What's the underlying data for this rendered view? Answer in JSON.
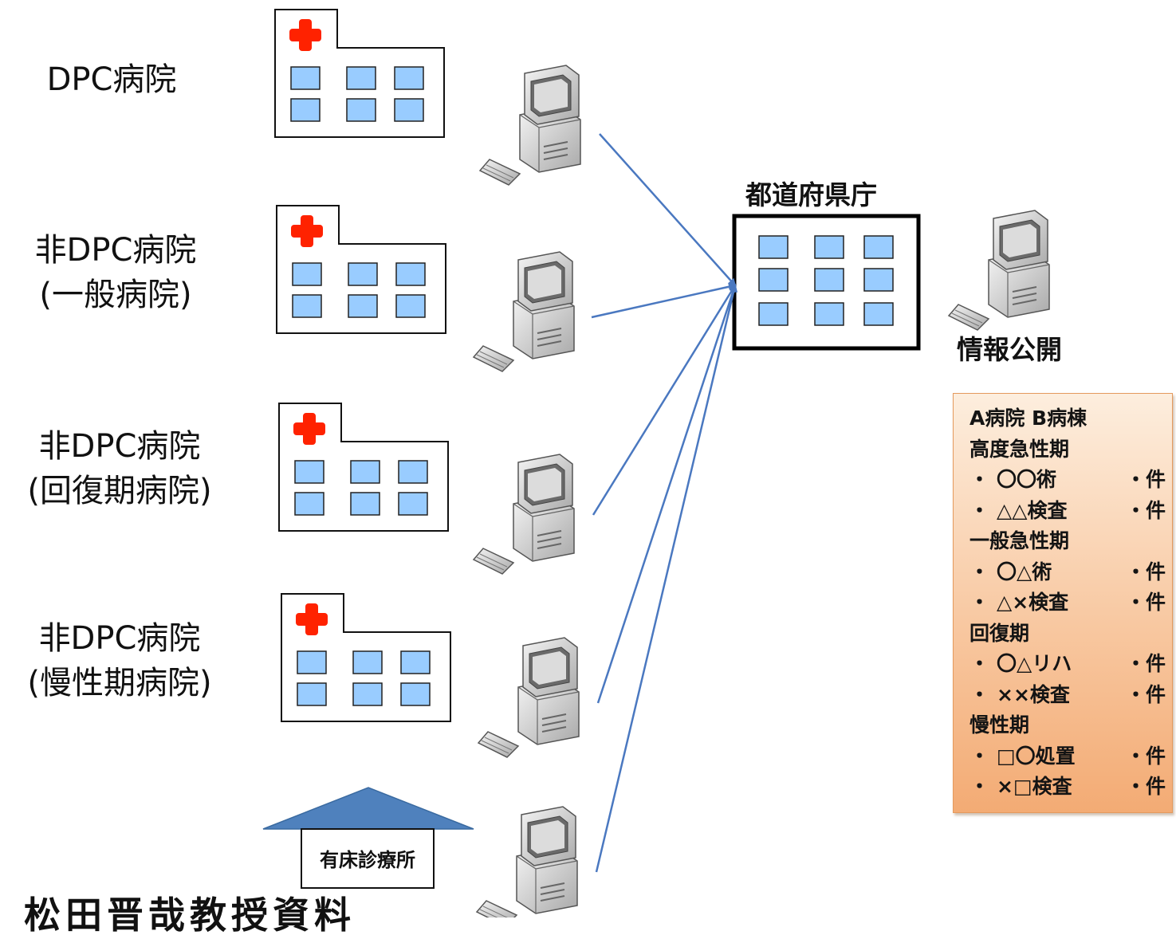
{
  "hospitals": [
    {
      "label_line1": "DPC病院",
      "label_line2": ""
    },
    {
      "label_line1": "非DPC病院",
      "label_line2": "(一般病院)"
    },
    {
      "label_line1": "非DPC病院",
      "label_line2": "(回復期病院)"
    },
    {
      "label_line1": "非DPC病院",
      "label_line2": "(慢性期病院)"
    }
  ],
  "clinic": {
    "label": "有床診療所"
  },
  "prefecture": {
    "label": "都道府県庁"
  },
  "publication": {
    "label": "情報公開"
  },
  "info_panel": {
    "header": "A病院  B病棟",
    "sections": [
      {
        "title": "高度急性期",
        "items": [
          {
            "bullet": "・",
            "name": "〇〇術",
            "count": "・件"
          },
          {
            "bullet": "・",
            "name": "△△検査",
            "count": "・件"
          }
        ]
      },
      {
        "title": "一般急性期",
        "items": [
          {
            "bullet": "・",
            "name": "〇△術",
            "count": "・件"
          },
          {
            "bullet": "・",
            "name": "△×検査",
            "count": "・件"
          }
        ]
      },
      {
        "title": "回復期",
        "items": [
          {
            "bullet": "・",
            "name": "〇△リハ",
            "count": "・件"
          },
          {
            "bullet": "・",
            "name": "××検査",
            "count": "・件"
          }
        ]
      },
      {
        "title": "慢性期",
        "items": [
          {
            "bullet": "・",
            "name": "□〇処置",
            "count": "・件"
          },
          {
            "bullet": "・",
            "name": "×□検査",
            "count": "・件"
          }
        ]
      }
    ]
  },
  "footer": {
    "text": "松田晋哉教授資料"
  },
  "colors": {
    "arrow": "#4a78c0",
    "window": "#99ccff",
    "cross": "#ff2200",
    "clinic_roof": "#4f81bd",
    "panel_top": "#fdeede",
    "panel_bottom": "#f3ab74"
  }
}
